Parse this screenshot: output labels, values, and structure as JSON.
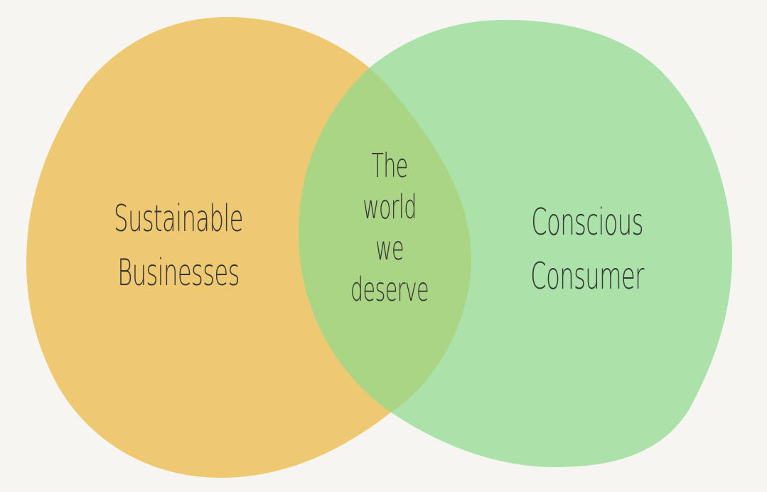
{
  "diagram": {
    "type": "venn",
    "background_color": "#F6F5F1",
    "text_color": "#353535",
    "sets": [
      {
        "id": "left",
        "label_lines": [
          "Sustainable",
          "Businesses"
        ],
        "color": "#EFC972"
      },
      {
        "id": "right",
        "label_lines": [
          "Conscious",
          "Consumer"
        ],
        "color": "#ABE2AA"
      }
    ],
    "intersection": {
      "label_lines": [
        "The",
        "world",
        "we",
        "deserve"
      ],
      "color": "#A9D585"
    }
  }
}
